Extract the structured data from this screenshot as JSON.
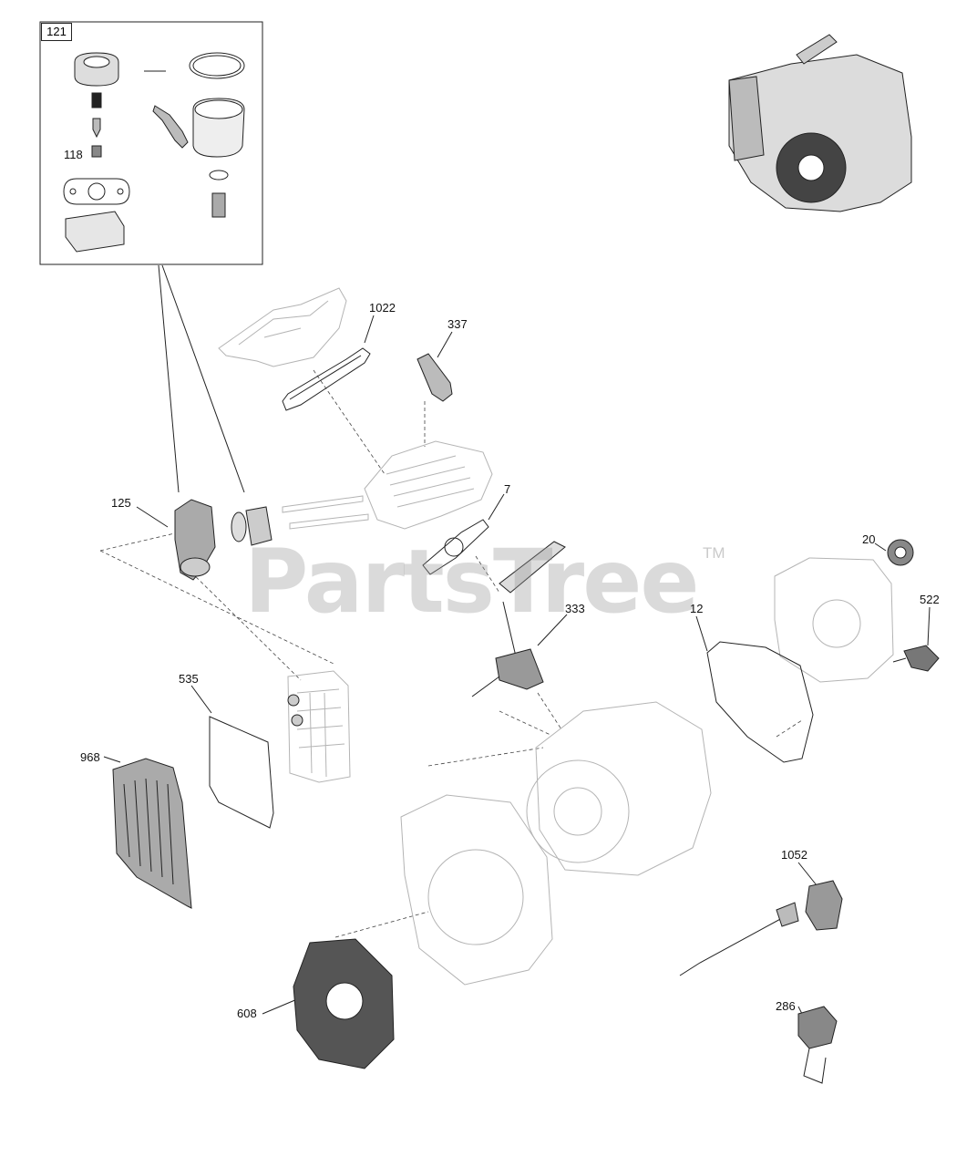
{
  "watermark": {
    "text": "PartsTree",
    "trademark": "TM"
  },
  "callouts": {
    "kit_box": "121",
    "jet": "118",
    "carburetor": "125",
    "valve_cover_gasket": "1022",
    "spark_plug": "337",
    "head_gasket": "7",
    "oil_seal": "20",
    "drain_plug": "522",
    "crankcase_gasket": "12",
    "throttle_lever": "333",
    "air_filter": "535",
    "air_filter_cover": "968",
    "oil_sensor": "1052",
    "blower_housing": "608",
    "ignition_module": "286"
  },
  "colors": {
    "line": "#222222",
    "ghost": "#b4b4b4",
    "fill_dark": "#3a3a3a",
    "fill_grey": "#cfcfcf"
  }
}
